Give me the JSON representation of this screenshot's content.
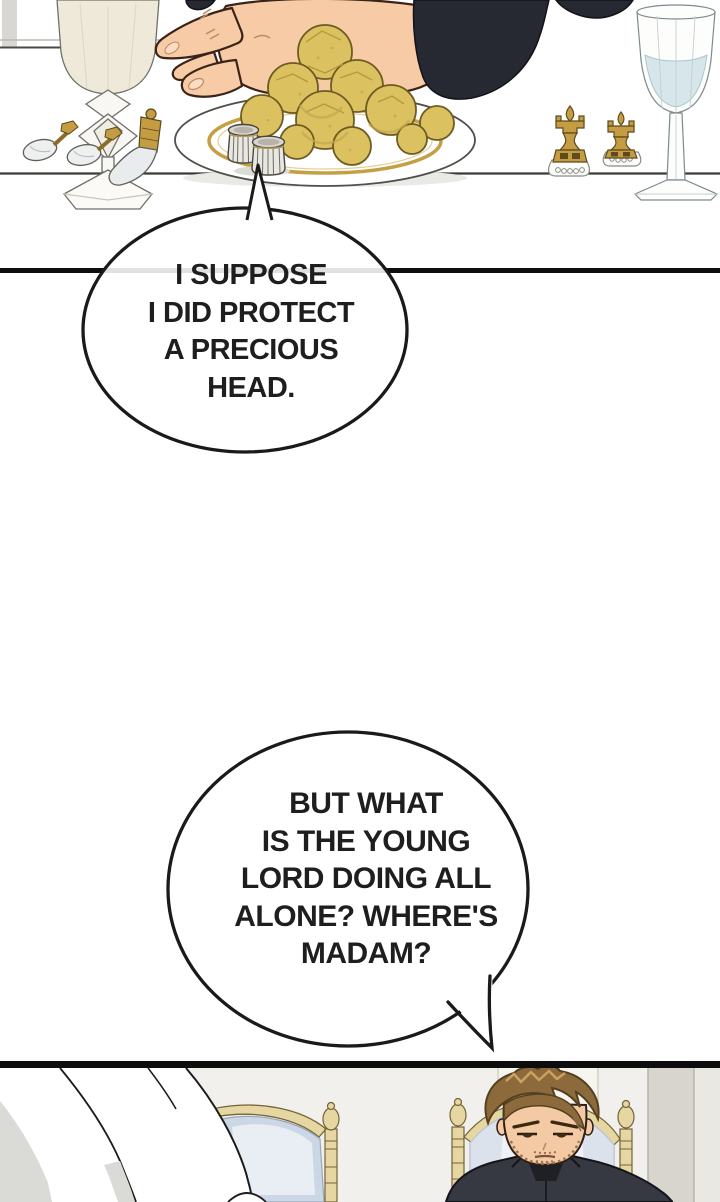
{
  "page": {
    "type": "webtoon comic page",
    "background": "#ffffff",
    "panel_border_color": "#0f0f0f",
    "bubble_outline_color": "#1a1a1a",
    "text_color": "#1e1e1e"
  },
  "speech": {
    "bubble1": {
      "lines": [
        "I SUPPOSE",
        "I DID PROTECT",
        "A PRECIOUS",
        "HEAD."
      ]
    },
    "bubble2": {
      "lines": [
        "BUT WHAT",
        "IS THE YOUNG",
        "LORD DOING ALL",
        "ALONE? WHERE'S",
        "MADAM?"
      ]
    }
  },
  "scenes": {
    "banquet_table": {
      "objects": [
        "milk-goblet",
        "dessert-spoons",
        "gold-handled-knife",
        "plate-of-golden-pastries",
        "fluted-dessert-cups",
        "reaching-hand",
        "dark-sleeve",
        "gold-cutlery-rests",
        "water-goblet"
      ],
      "colors": {
        "pastry": "#dcc161",
        "plate_ring_gold": "#c59f44",
        "skin": "#f6cba6",
        "sleeve": "#262932",
        "milk": "#efe9d9",
        "water": "#d6e6ea",
        "cutlery_gold": "#c49d43"
      }
    },
    "dining_hall": {
      "objects": [
        "white-robed-figure",
        "blue-upholstered-chair",
        "gold-chair-finials",
        "tired-bearded-man-in-black"
      ],
      "colors": {
        "wall": "#f2f0ec",
        "wall_strip": "#d8d4ce",
        "chair_gold": "#e6d6a2",
        "upholstery": "#ccd7e5",
        "hair": "#8c6a3c",
        "shirt": "#363942",
        "skin": "#f4caa4"
      }
    }
  }
}
